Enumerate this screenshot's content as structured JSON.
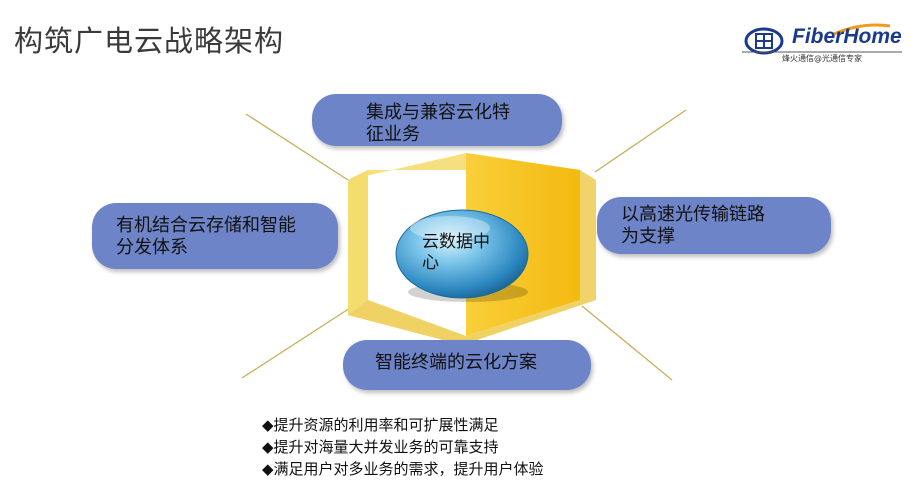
{
  "title": "构筑广电云战略架构",
  "logo": {
    "brand": "FiberHome",
    "tagline": "烽火通信@光通信专家",
    "colors": {
      "primary": "#1a3a8f",
      "swoosh": "#f29a1b"
    }
  },
  "diagram": {
    "center": "云数据中心",
    "top": "集成与兼容云化特征业务",
    "left": "有机结合云存储和智能分发体系",
    "right": "以高速光传输链路为支撑",
    "bottom": "智能终端的云化方案",
    "colors": {
      "pill": "#6e84c8",
      "box_face": "#f4dc6e",
      "box_inner": "#f7c51e",
      "sphere": "#4ba3d6",
      "lines": "#c8ad5a"
    }
  },
  "bullets": [
    "◆提升资源的利用率和可扩展性满足",
    "◆提升对海量大并发业务的可靠支持",
    "◆满足用户对多业务的需求，提升用户体验"
  ]
}
